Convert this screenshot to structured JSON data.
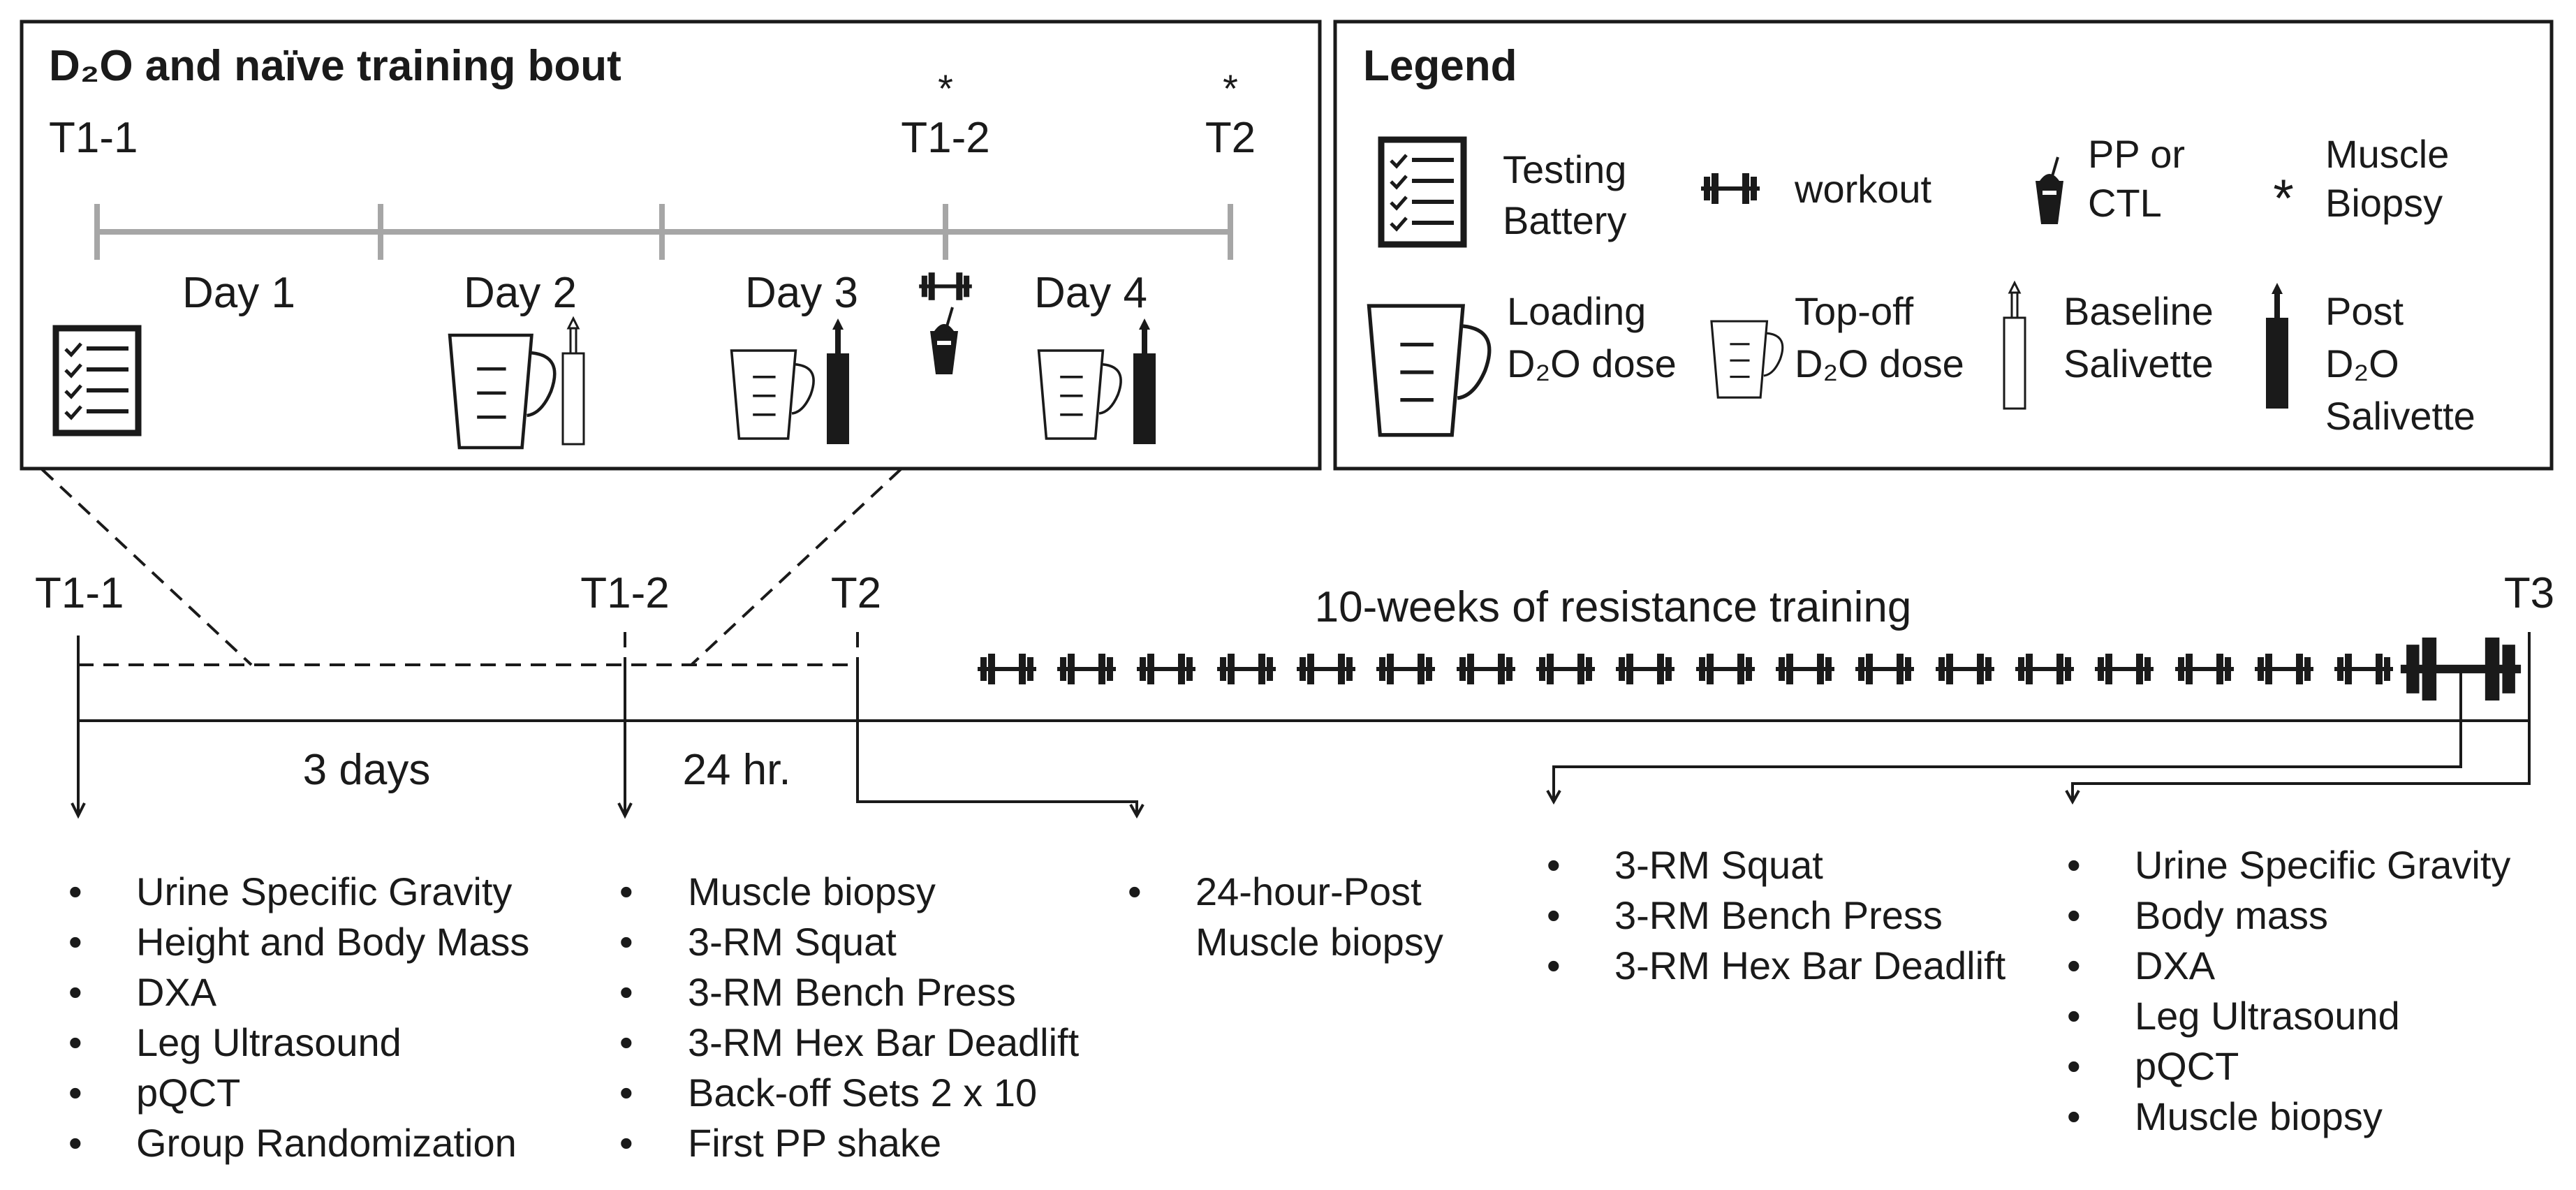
{
  "panel_bout": {
    "title": "D₂O and naïve training bout",
    "t11": "T1-1",
    "t12": "T1-2",
    "t2": "T2",
    "star": "*",
    "day1": "Day 1",
    "day2": "Day 2",
    "day3": "Day 3",
    "day4": "Day 4"
  },
  "legend": {
    "title": "Legend",
    "testing1": "Testing",
    "testing2": "Battery",
    "workout": "workout",
    "pp1": "PP or",
    "pp2": "CTL",
    "star": "*",
    "biopsy1": "Muscle",
    "biopsy2": "Biopsy",
    "loading1": "Loading",
    "loading2": "D₂O dose",
    "topoff1": "Top-off",
    "topoff2": "D₂O dose",
    "baseline1": "Baseline",
    "baseline2": "Salivette",
    "post1": "Post",
    "post2": "D₂O",
    "post3": "Salivette"
  },
  "timeline": {
    "t11": "T1-1",
    "t12": "T1-2",
    "t2": "T2",
    "t3": "T3",
    "training": "10-weeks of resistance training",
    "three_days": "3 days",
    "hr24": "24 hr.",
    "bullet": "•"
  },
  "lists": {
    "t11": [
      "Urine Specific Gravity",
      "Height and Body Mass",
      "DXA",
      "Leg Ultrasound",
      "pQCT",
      "Group Randomization"
    ],
    "t12": [
      "Muscle biopsy",
      "3-RM Squat",
      "3-RM Bench Press",
      "3-RM Hex Bar Deadlift",
      "Back-off Sets 2 x 10",
      "First PP shake"
    ],
    "t2": [
      "24-hour-Post",
      "Muscle biopsy"
    ],
    "mid": [
      "3-RM Squat",
      "3-RM Bench Press",
      "3-RM Hex Bar Deadlift"
    ],
    "t3": [
      "Urine Specific Gravity",
      "Body mass",
      "DXA",
      "Leg Ultrasound",
      "pQCT",
      "Muscle biopsy"
    ]
  },
  "icons": {
    "checklist": "checklist-icon",
    "dumbbell": "dumbbell-icon",
    "shake": "shake-cup-icon",
    "beaker": "measuring-cup-icon",
    "salivette_open": "open-salivette-icon",
    "salivette_filled": "filled-salivette-icon"
  }
}
